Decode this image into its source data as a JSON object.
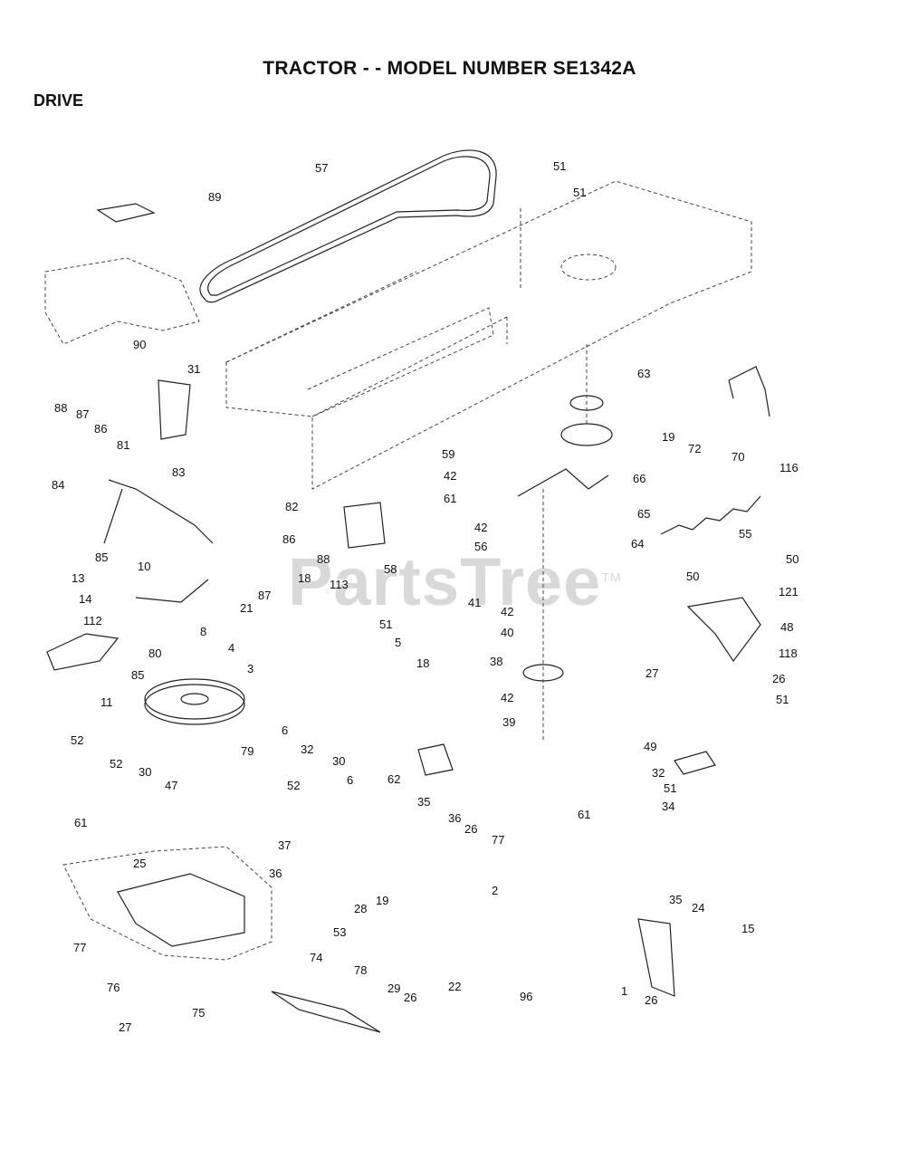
{
  "page": {
    "title": "TRACTOR - - MODEL NUMBER SE1342A",
    "section": "DRIVE",
    "watermark": "PartsTree",
    "watermark_mark": "TM"
  },
  "callouts": [
    "89",
    "57",
    "51",
    "51",
    "90",
    "31",
    "63",
    "19",
    "72",
    "70",
    "116",
    "88",
    "87",
    "86",
    "81",
    "83",
    "82",
    "59",
    "42",
    "61",
    "66",
    "84",
    "85",
    "42",
    "56",
    "65",
    "64",
    "55",
    "86",
    "88",
    "87",
    "58",
    "50",
    "50",
    "121",
    "13",
    "10",
    "18",
    "113",
    "41",
    "42",
    "14",
    "112",
    "21",
    "40",
    "48",
    "8",
    "80",
    "85",
    "51",
    "5",
    "118",
    "4",
    "38",
    "27",
    "3",
    "18",
    "26",
    "51",
    "42",
    "11",
    "6",
    "39",
    "79",
    "49",
    "52",
    "52",
    "30",
    "32",
    "30",
    "47",
    "32",
    "52",
    "6",
    "62",
    "35",
    "36",
    "26",
    "51",
    "34",
    "77",
    "61",
    "37",
    "61",
    "25",
    "36",
    "35",
    "24",
    "19",
    "28",
    "2",
    "53",
    "15",
    "77",
    "74",
    "78",
    "29",
    "22",
    "96",
    "76",
    "26",
    "27",
    "1",
    "26",
    "75"
  ]
}
